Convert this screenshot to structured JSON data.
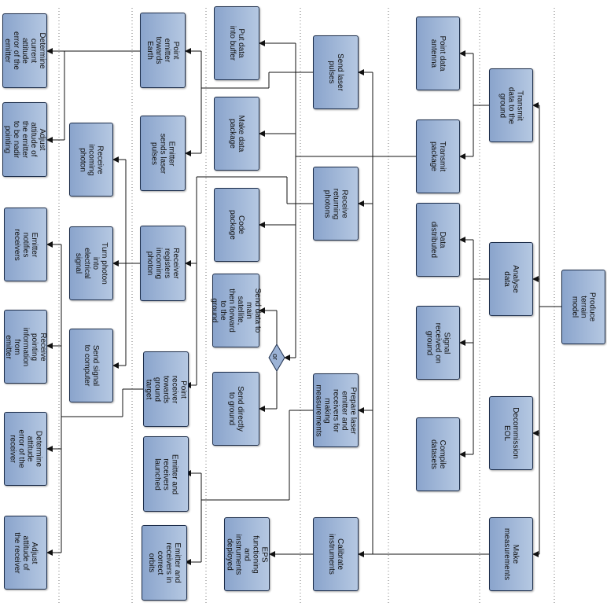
{
  "root": "Produce terrain model",
  "level1": {
    "transmit": "Transmit data to the ground",
    "analyse": "Analyse data",
    "decommission": "Decommission EOL",
    "measure": "Make measurements"
  },
  "level2": {
    "point_antenna": "Point data antenna",
    "transmit_package": "Transmit package",
    "data_distributed": "Data distributed",
    "signal_received": "Signal received on ground",
    "compile": "Compile datasets"
  },
  "level3": {
    "send_pulses": "Send laser pulses",
    "receive_photons": "Receive returning photons",
    "prepare": "Prepare laser emitter and receivers for making measurements",
    "calibrate": "Calibrate instruments"
  },
  "level4": {
    "buffer": "Put data into buffer",
    "make_package": "Make data package",
    "code_package": "Code package",
    "send_main": "Send data to main satellite, then forward to the ground",
    "send_direct": "Send directly to ground",
    "eps": "EPS functioning and instruments deployed",
    "decision": "or"
  },
  "level5": {
    "point_earth": "Point emitter towards Earth",
    "emitter_sends": "Emitter sends laser pulses",
    "receiver_registers": "Receiver registers incoming photon",
    "point_receiver": "Point receiver towards ground target",
    "launched": "Emitter and receivers launched",
    "orbits": "Emitter and receivers in correct orbits"
  },
  "level6": {
    "receive_photon": "Receive incoming photon",
    "turn_photon": "Turn photon into electrical signal",
    "send_signal": "Send signal to computer"
  },
  "level7": {
    "determine_emitter": "Determine current attitude error of the emitter",
    "adjust_emitter": "Adjust attitude of the emitter to be nadir pointing",
    "notifies": "Emitter notifies receivers",
    "receive_pointing": "Receive pointing information from emitter",
    "determine_receiver": "Determine attitude error of the receiver",
    "adjust_receiver": "Adjust attitude of the receiver"
  }
}
